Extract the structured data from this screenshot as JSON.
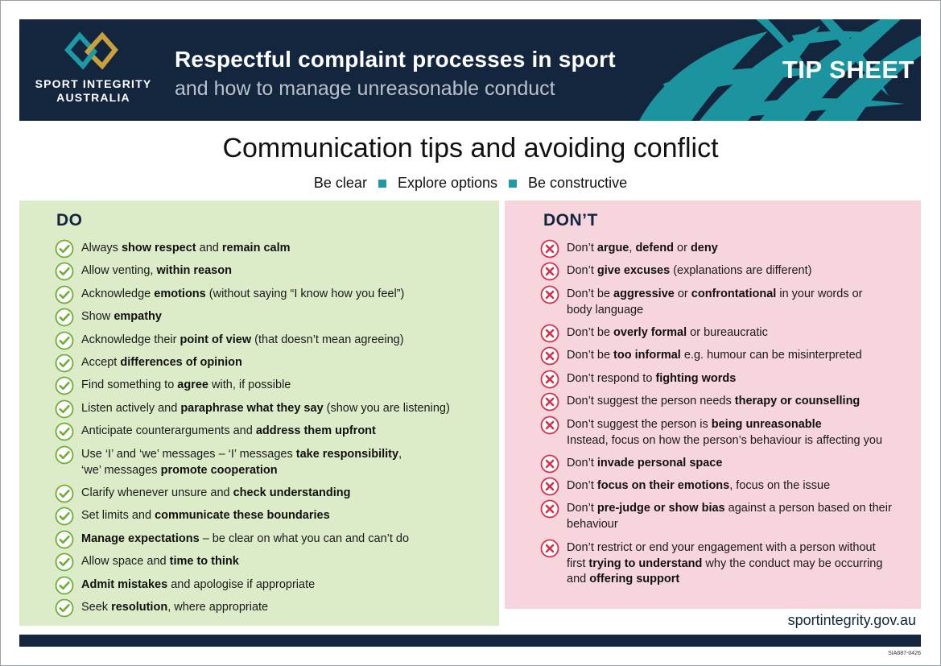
{
  "header": {
    "org_name_line1": "SPORT INTEGRITY",
    "org_name_line2": "AUSTRALIA",
    "title": "Respectful complaint processes in sport",
    "subtitle": "and how to manage unreasonable conduct",
    "badge": "TIP SHEET"
  },
  "main_heading": "Communication tips and avoiding conflict",
  "tagline": [
    "Be clear",
    "Explore options",
    "Be constructive"
  ],
  "do": {
    "title": "DO",
    "items": [
      [
        {
          "t": "Always "
        },
        {
          "t": "show respect",
          "b": true
        },
        {
          "t": " and "
        },
        {
          "t": "remain calm",
          "b": true
        }
      ],
      [
        {
          "t": "Allow venting, "
        },
        {
          "t": "within reason",
          "b": true
        }
      ],
      [
        {
          "t": "Acknowledge "
        },
        {
          "t": "emotions",
          "b": true
        },
        {
          "t": " (without saying “I know how you feel”)"
        }
      ],
      [
        {
          "t": "Show "
        },
        {
          "t": "empathy",
          "b": true
        }
      ],
      [
        {
          "t": "Acknowledge their "
        },
        {
          "t": "point of view",
          "b": true
        },
        {
          "t": " (that doesn’t mean agreeing)"
        }
      ],
      [
        {
          "t": "Accept "
        },
        {
          "t": "differences of opinion",
          "b": true
        }
      ],
      [
        {
          "t": "Find something to "
        },
        {
          "t": "agree",
          "b": true
        },
        {
          "t": " with, if possible"
        }
      ],
      [
        {
          "t": "Listen actively and "
        },
        {
          "t": "paraphrase what they say",
          "b": true
        },
        {
          "t": " (show you are listening)"
        }
      ],
      [
        {
          "t": "Anticipate counterarguments and "
        },
        {
          "t": "address them upfront",
          "b": true
        }
      ],
      [
        {
          "t": "Use ‘I’ and ‘we’ messages – ‘I’ messages "
        },
        {
          "t": "take responsibility",
          "b": true
        },
        {
          "t": ","
        },
        {
          "br": true
        },
        {
          "t": "‘we’ messages "
        },
        {
          "t": "promote cooperation",
          "b": true
        }
      ],
      [
        {
          "t": "Clarify whenever unsure and "
        },
        {
          "t": "check understanding",
          "b": true
        }
      ],
      [
        {
          "t": "Set limits and "
        },
        {
          "t": "communicate these boundaries",
          "b": true
        }
      ],
      [
        {
          "t": "Manage expectations",
          "b": true
        },
        {
          "t": " – be clear on what you can and can’t do"
        }
      ],
      [
        {
          "t": "Allow space and "
        },
        {
          "t": "time to think",
          "b": true
        }
      ],
      [
        {
          "t": "Admit mistakes",
          "b": true
        },
        {
          "t": " and apologise if appropriate"
        }
      ],
      [
        {
          "t": "Seek "
        },
        {
          "t": "resolution",
          "b": true
        },
        {
          "t": ", where appropriate"
        }
      ]
    ]
  },
  "dont": {
    "title": "DON’T",
    "items": [
      [
        {
          "t": "Don’t "
        },
        {
          "t": "argue",
          "b": true
        },
        {
          "t": ", "
        },
        {
          "t": "defend",
          "b": true
        },
        {
          "t": " or "
        },
        {
          "t": "deny",
          "b": true
        }
      ],
      [
        {
          "t": "Don’t "
        },
        {
          "t": "give excuses",
          "b": true
        },
        {
          "t": " (explanations are different)"
        }
      ],
      [
        {
          "t": "Don’t be "
        },
        {
          "t": "aggressive",
          "b": true
        },
        {
          "t": " or "
        },
        {
          "t": "confrontational",
          "b": true
        },
        {
          "t": " in your words or"
        },
        {
          "br": true
        },
        {
          "t": "body language"
        }
      ],
      [
        {
          "t": "Don’t be "
        },
        {
          "t": "overly formal",
          "b": true
        },
        {
          "t": " or bureaucratic"
        }
      ],
      [
        {
          "t": "Don’t be "
        },
        {
          "t": "too informal",
          "b": true
        },
        {
          "t": " e.g. humour can be misinterpreted"
        }
      ],
      [
        {
          "t": "Don’t respond to "
        },
        {
          "t": "fighting words",
          "b": true
        }
      ],
      [
        {
          "t": "Don’t suggest the person needs "
        },
        {
          "t": "therapy or counselling",
          "b": true
        }
      ],
      [
        {
          "t": "Don’t suggest the person is "
        },
        {
          "t": "being unreasonable",
          "b": true
        },
        {
          "br": true
        },
        {
          "t": "Instead, focus on how the person’s behaviour is affecting you"
        }
      ],
      [
        {
          "t": "Don’t "
        },
        {
          "t": "invade personal space",
          "b": true
        }
      ],
      [
        {
          "t": "Don’t "
        },
        {
          "t": "focus on their emotions",
          "b": true
        },
        {
          "t": ", focus on the issue"
        }
      ],
      [
        {
          "t": "Don’t "
        },
        {
          "t": "pre-judge or show bias",
          "b": true
        },
        {
          "t": " against a person based on their"
        },
        {
          "br": true
        },
        {
          "t": "behaviour"
        }
      ],
      [
        {
          "t": "Don’t restrict or end your engagement with a person without"
        },
        {
          "br": true
        },
        {
          "t": "first "
        },
        {
          "t": "trying to understand",
          "b": true
        },
        {
          "t": " why the conduct may be occurring"
        },
        {
          "br": true
        },
        {
          "t": "and "
        },
        {
          "t": "offering support",
          "b": true
        }
      ]
    ]
  },
  "footer": {
    "url": "sportintegrity.gov.au",
    "doc_code": "SIA687-0426"
  },
  "icons": {
    "do": "check-circle-icon",
    "dont": "x-circle-icon",
    "logo": "sport-integrity-logo"
  },
  "colors": {
    "navy": "#13263d",
    "teal": "#1c9aa6",
    "do_bg": "#ddecc8",
    "dont_bg": "#f7d5dc",
    "check_green": "#6fae34",
    "cross_red": "#d62e4a"
  }
}
